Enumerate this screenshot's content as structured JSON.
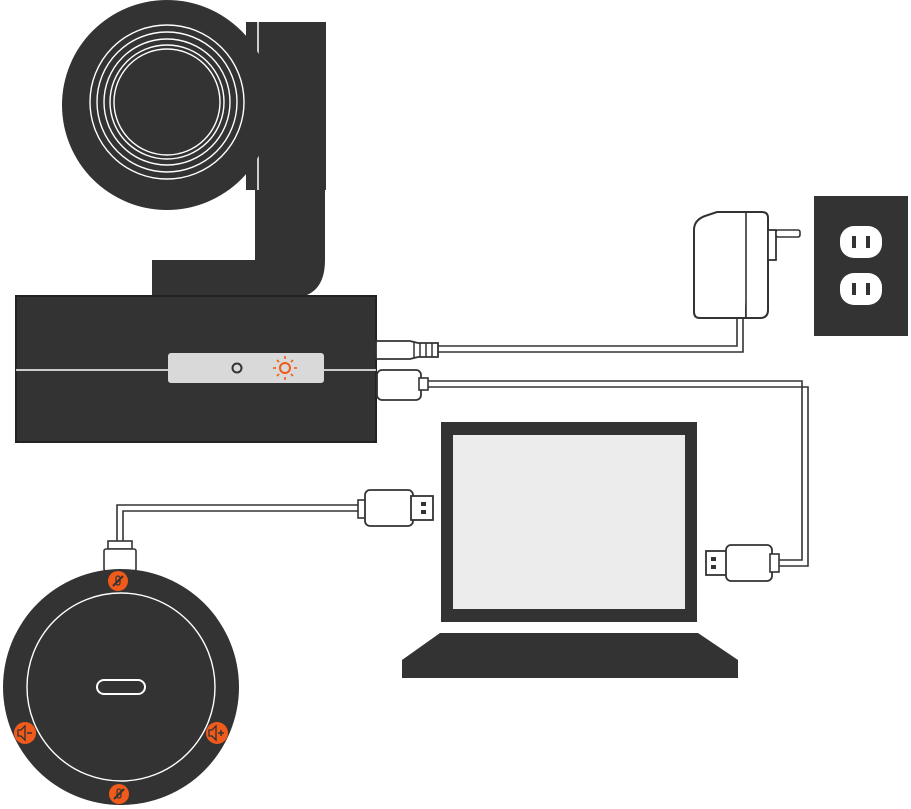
{
  "diagram": {
    "components": [
      {
        "id": "ptz-camera",
        "icon": "ptz-camera-icon"
      },
      {
        "id": "power-adapter",
        "icon": "power-adapter-icon"
      },
      {
        "id": "wall-outlet",
        "icon": "wall-outlet-icon"
      },
      {
        "id": "laptop",
        "icon": "laptop-icon"
      },
      {
        "id": "speakerphone",
        "icon": "speakerphone-icon"
      }
    ],
    "connections": [
      {
        "from": "ptz-camera",
        "to": "power-adapter",
        "cable": "dc-power"
      },
      {
        "from": "ptz-camera",
        "to": "laptop",
        "cable": "usb"
      },
      {
        "from": "speakerphone",
        "to": "laptop",
        "cable": "usb"
      }
    ],
    "colors": {
      "device_body": "#333333",
      "outline": "#1a1a1a",
      "cable": "#333333",
      "accent_orange": "#f05a1a",
      "screen": "#ececec",
      "led_panel": "#d9d9d9",
      "background": "#ffffff"
    }
  }
}
